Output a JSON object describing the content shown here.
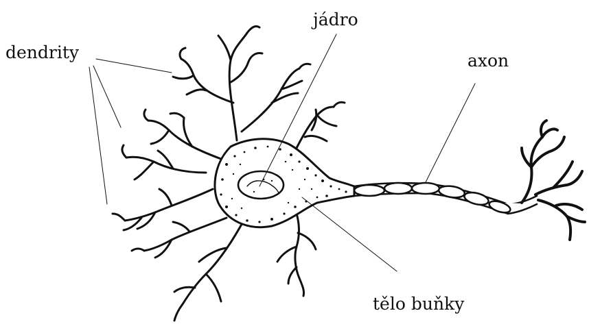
{
  "diagram": {
    "labels": {
      "dendrites": "dendrity",
      "nucleus": "jádro",
      "axon": "axon",
      "cell_body": "tělo buňky"
    },
    "colors": {
      "ink": "#111111",
      "background": "#ffffff"
    }
  }
}
